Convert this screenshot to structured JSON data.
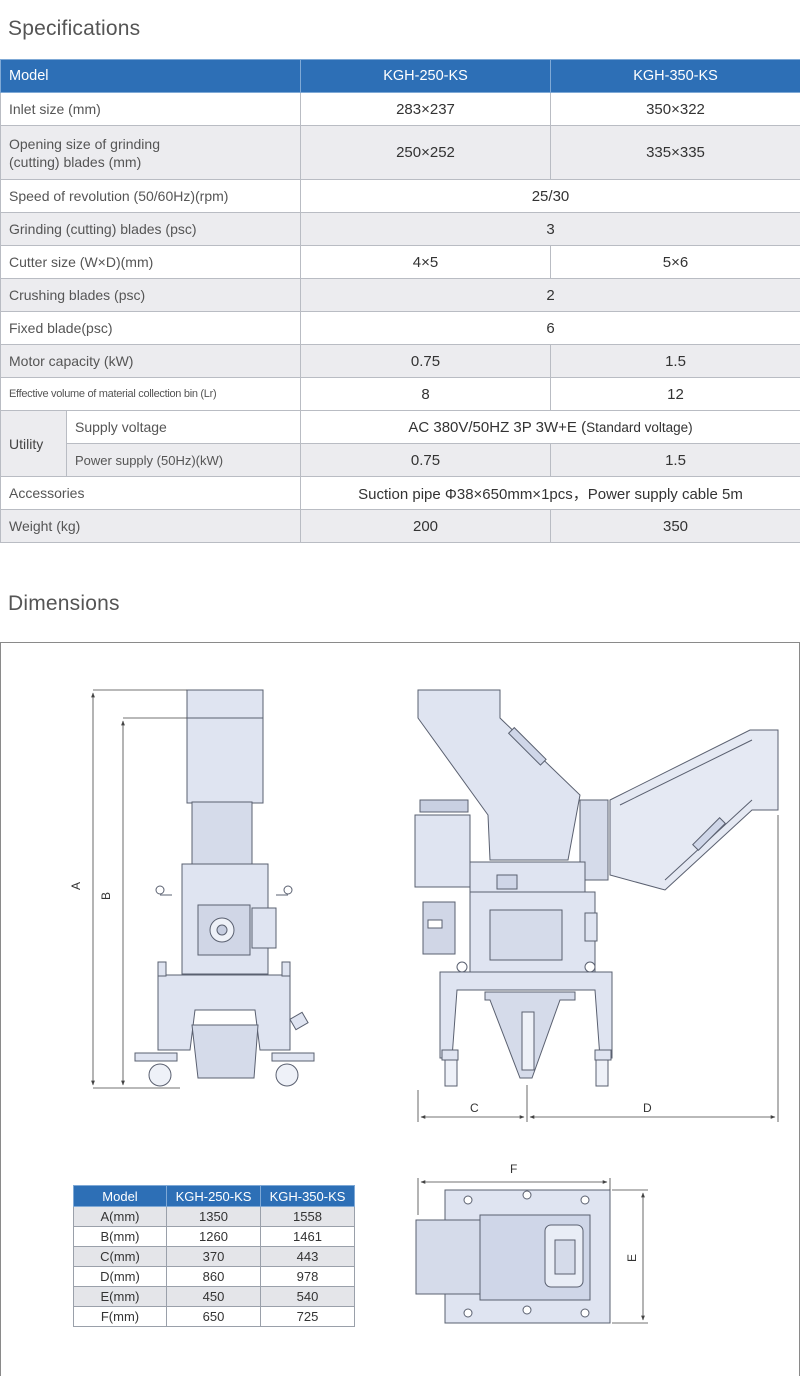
{
  "spec": {
    "title": "Specifications",
    "header": {
      "model_label": "Model",
      "models": [
        "KGH-250-KS",
        "KGH-350-KS"
      ]
    },
    "rows": [
      {
        "label": "Inlet size (mm)",
        "v1": "283×237",
        "v2": "350×322"
      },
      {
        "label": "Opening size of grinding\n(cutting) blades (mm)",
        "v1": "250×252",
        "v2": "335×335"
      },
      {
        "label": "Speed of revolution (50/60Hz)(rpm)",
        "span": "25/30"
      },
      {
        "label": "Grinding (cutting) blades (psc)",
        "span": "3"
      },
      {
        "label": "Cutter size (W×D)(mm)",
        "v1": "4×5",
        "v2": "5×6"
      },
      {
        "label": "Crushing blades (psc)",
        "span": "2"
      },
      {
        "label": "Fixed blade(psc)",
        "span": "6"
      },
      {
        "label": "Motor capacity (kW)",
        "v1": "0.75",
        "v2": "1.5"
      },
      {
        "label": "Effective volume of material collection bin (Lr)",
        "v1": "8",
        "v2": "12"
      }
    ],
    "utility": {
      "label": "Utility",
      "supply_voltage_label": "Supply voltage",
      "supply_voltage_value": "AC 380V/50HZ 3P 3W+E (",
      "supply_voltage_note": "Standard voltage)",
      "power_supply_label": "Power supply (50Hz)(kW)",
      "power_v1": "0.75",
      "power_v2": "1.5"
    },
    "accessories": {
      "label": "Accessories",
      "value": "Suction pipe Φ38×650mm×1pcs，Power supply cable 5m"
    },
    "weight": {
      "label": "Weight (kg)",
      "v1": "200",
      "v2": "350"
    }
  },
  "dimensions": {
    "title": "Dimensions",
    "labels": {
      "A": "A",
      "B": "B",
      "C": "C",
      "D": "D",
      "E": "E",
      "F": "F"
    },
    "table": {
      "headers": [
        "Model",
        "KGH-250-KS",
        "KGH-350-KS"
      ],
      "rows": [
        [
          "A(mm)",
          "1350",
          "1558"
        ],
        [
          "B(mm)",
          "1260",
          "1461"
        ],
        [
          "C(mm)",
          "370",
          "443"
        ],
        [
          "D(mm)",
          "860",
          "978"
        ],
        [
          "E(mm)",
          "450",
          "540"
        ],
        [
          "F(mm)",
          "650",
          "725"
        ]
      ]
    }
  },
  "colors": {
    "header_blue": "#2d6fb6",
    "row_gray": "#ececef",
    "machine_fill": "#dfe4f1",
    "machine_stroke": "#5a6070"
  }
}
